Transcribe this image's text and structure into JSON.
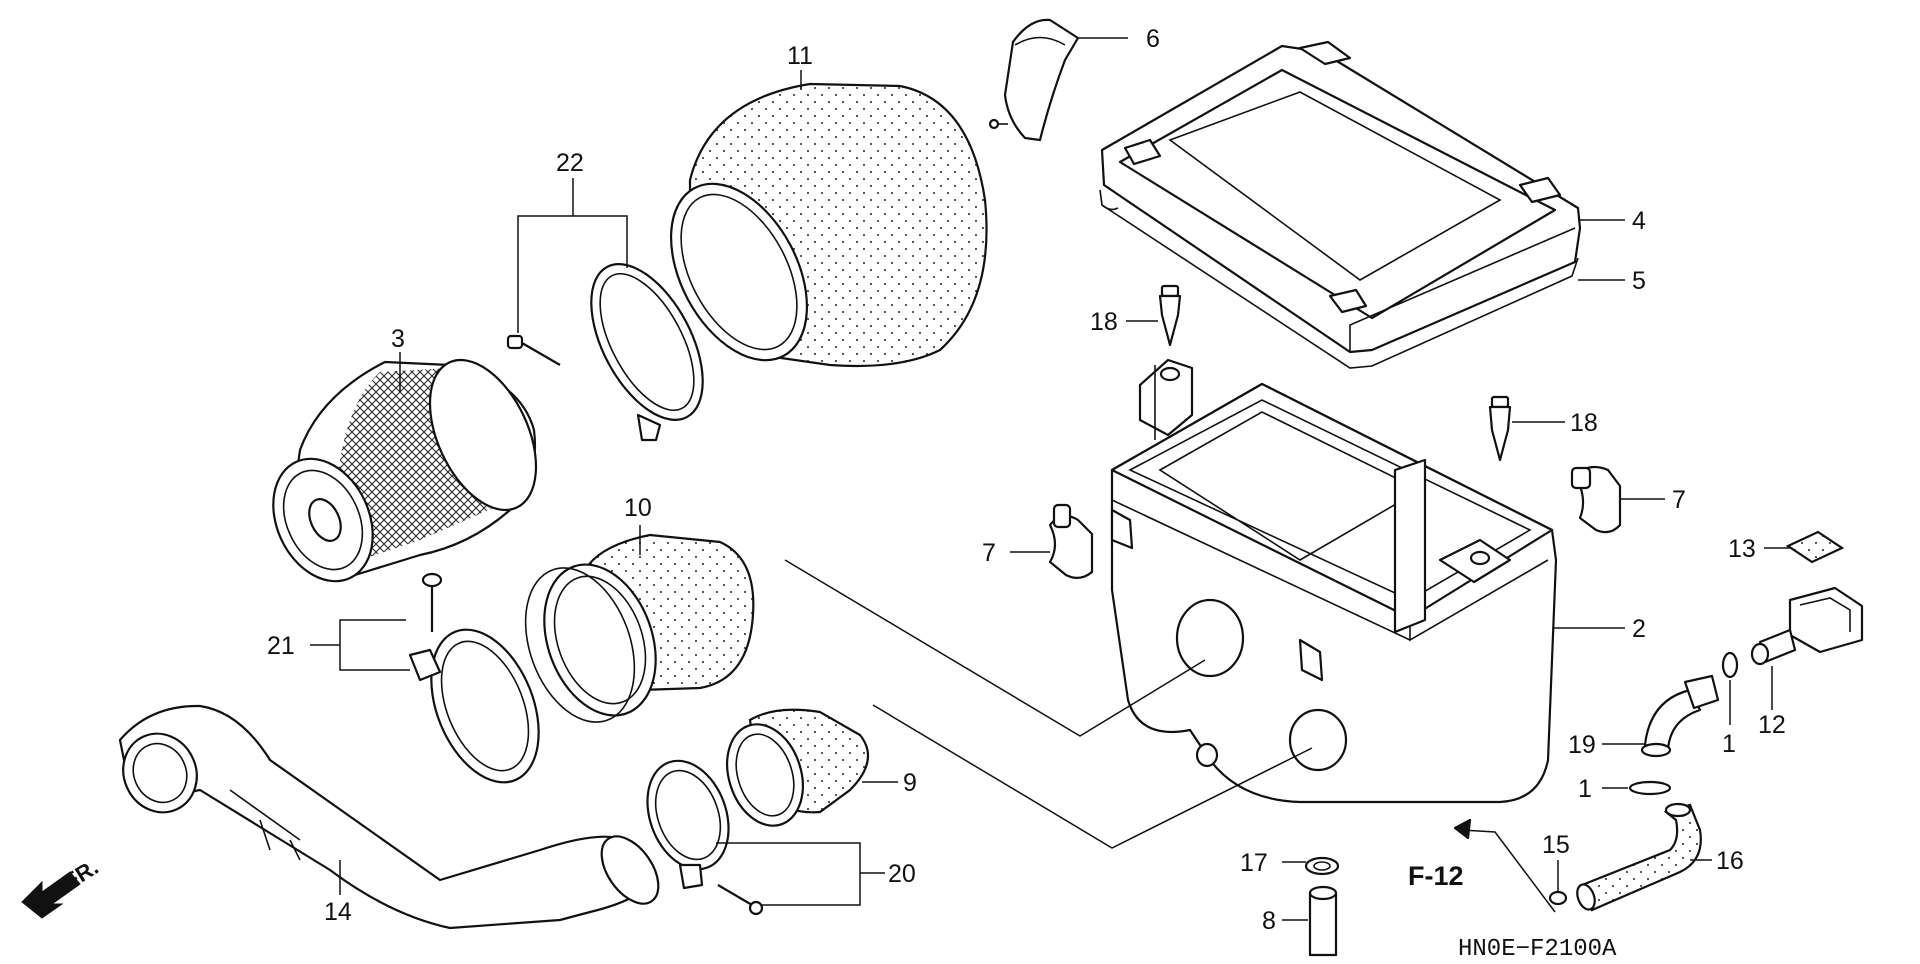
{
  "callouts": {
    "c1a": "1",
    "c1b": "1",
    "c2": "2",
    "c3": "3",
    "c4": "4",
    "c5": "5",
    "c6": "6",
    "c7a": "7",
    "c7b": "7",
    "c8": "8",
    "c9": "9",
    "c10": "10",
    "c11": "11",
    "c12": "12",
    "c13": "13",
    "c14": "14",
    "c15": "15",
    "c16": "16",
    "c17": "17",
    "c18a": "18",
    "c18b": "18",
    "c19": "19",
    "c20": "20",
    "c21": "21",
    "c22": "22"
  },
  "front_arrow_label": "FR.",
  "reference_label": "F-12",
  "diagram_code": "HN0E−F2100A"
}
